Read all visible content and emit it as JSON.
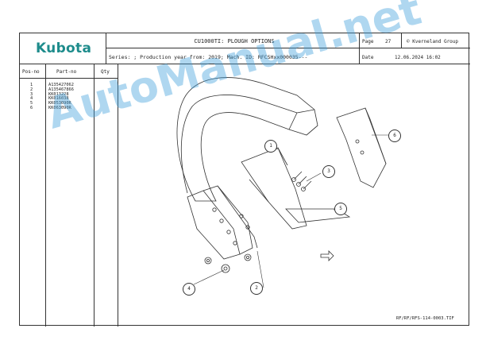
{
  "header": {
    "brand": "Kubota",
    "title": "CU1000TI: PLOUGH OPTIONS",
    "page_label": "Page",
    "page_number": "27",
    "copyright": "© Kverneland Group",
    "series_line": "Series: ; Production year from: 2019; Mach. ID: RFCSHxx000035---",
    "date_label": "Date",
    "date_value": "12.06.2024  16:02"
  },
  "table": {
    "columns": [
      "Pos-no",
      "Part-no",
      "Qty"
    ],
    "rows": [
      {
        "pos": "1",
        "part": "A135427062"
      },
      {
        "pos": "2",
        "part": "A135467866"
      },
      {
        "pos": "3",
        "part": "KK013228"
      },
      {
        "pos": "4",
        "part": "KK016038"
      },
      {
        "pos": "5",
        "part": "KK053090R"
      },
      {
        "pos": "6",
        "part": "KK063090R"
      }
    ]
  },
  "drawing": {
    "callouts": [
      "1",
      "2",
      "3",
      "4",
      "5",
      "6"
    ],
    "reference": "RF/RF/RFS-114-0003.TIF"
  },
  "watermark": "AutoManual.net"
}
